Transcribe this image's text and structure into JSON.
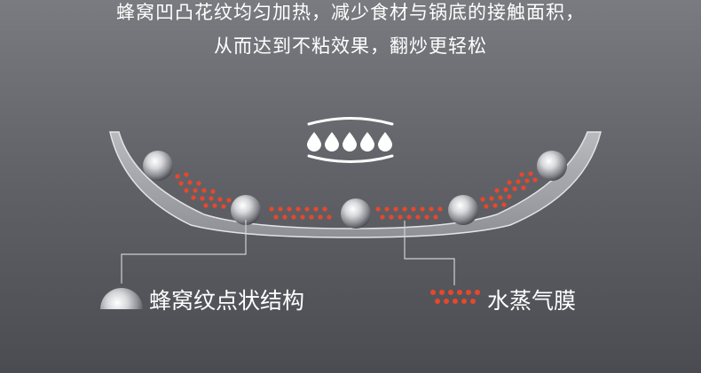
{
  "headline": {
    "line1": "蜂窝凹凸花纹均匀加热，减少食材与锅底的接触面积，",
    "line2": "从而达到不粘效果，翻炒更轻松"
  },
  "legend": {
    "structure_label": "蜂窝纹点状结构",
    "film_label": "水蒸气膜"
  },
  "icons": {
    "steam": "water-drops-icon",
    "ball": "steel-ball-icon",
    "dots": "steam-dots-icon"
  },
  "colors": {
    "background_top": "#7a7b80",
    "background_bottom": "#4a4c52",
    "pan_stroke": "#d9d9dc",
    "steam_dot": "#e8472a",
    "text": "#ffffff"
  }
}
